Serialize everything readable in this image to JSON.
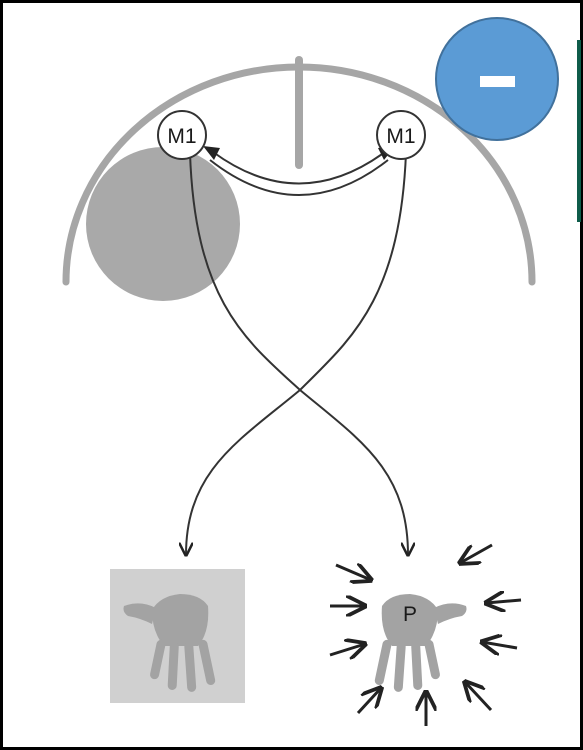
{
  "diagram": {
    "nodes": {
      "left_m1": "M1",
      "right_m1": "M1"
    },
    "hand_right_label": "P",
    "minus_button_label": "-"
  },
  "colors": {
    "frame": "#000000",
    "brain_outline": "#a6a6a6",
    "lesion": "#a9a9a9",
    "hand": "#a3a3a3",
    "hand_box": "#d0d0d0",
    "pathway": "#333333",
    "minus_button_fill": "#5b9bd5",
    "minus_button_stroke": "#41719c",
    "right_edge_accent": "#0e5c4a"
  }
}
